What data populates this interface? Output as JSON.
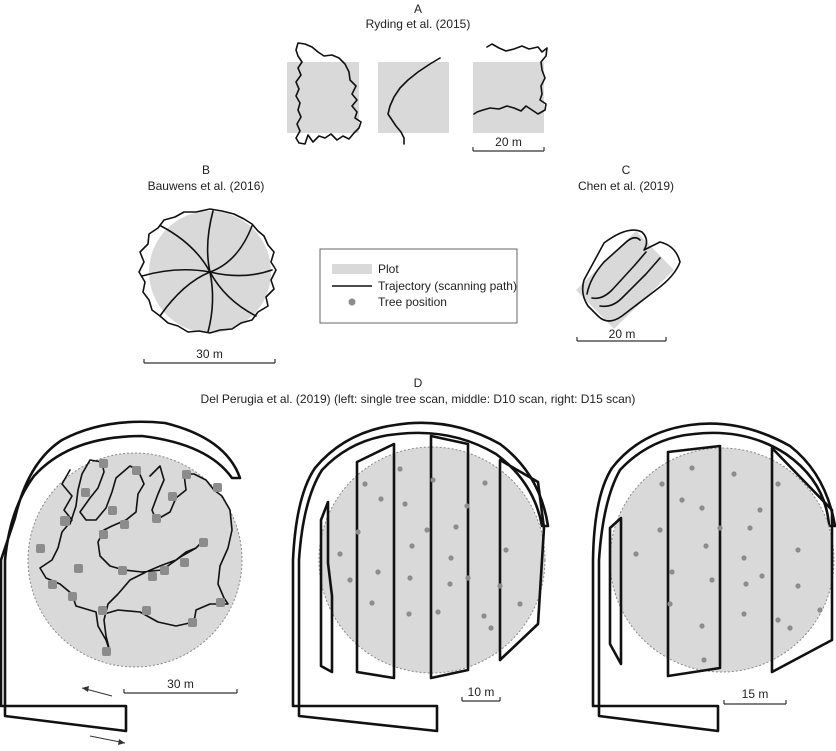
{
  "panels": {
    "a": {
      "letter": "A",
      "title": "Ryding et al. (2015)",
      "scale": "20 m"
    },
    "b": {
      "letter": "B",
      "title": "Bauwens et al. (2016)",
      "scale": "30 m"
    },
    "c": {
      "letter": "C",
      "title": "Chen et al. (2019)",
      "scale": "20 m"
    },
    "d": {
      "letter": "D",
      "title": "Del Perugia et al. (2019) (left: single tree scan, middle: D10 scan, right: D15 scan)",
      "scale_left": "30 m",
      "scale_middle": "10 m",
      "scale_right": "15 m"
    }
  },
  "legend": {
    "plot": "Plot",
    "trajectory": "Trajectory (scanning path)",
    "tree": "Tree position"
  },
  "colors": {
    "plot_fill": "#d9d9d9",
    "trajectory": "#111111",
    "tree": "#8c8c8c"
  }
}
